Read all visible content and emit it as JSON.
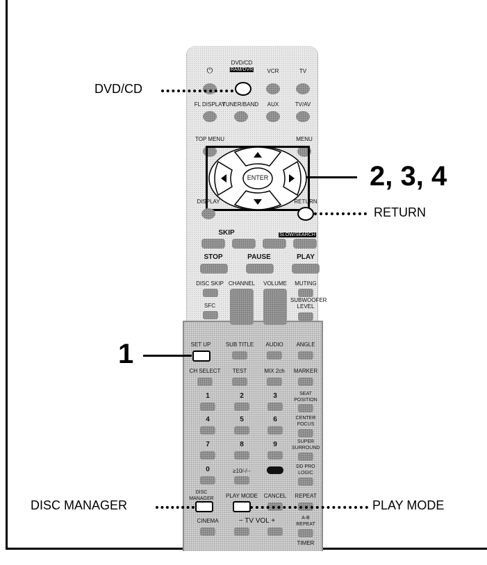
{
  "callouts": {
    "dvdcd": "DVD/CD",
    "steps_234": "2, 3, 4",
    "return": "RETURN",
    "step_1": "1",
    "disc_manager": "DISC MANAGER",
    "play_mode": "PLAY MODE"
  },
  "remote": {
    "power_symbol": "⏻",
    "dvdcd": "DVD/CD",
    "dvdcd_sub": "RAM/DVR",
    "vcr": "VCR",
    "tv": "TV",
    "fl_display": "FL DISPLAY",
    "tuner_band": "TUNER/BAND",
    "aux": "AUX",
    "tvav": "TV/AV",
    "top_menu": "TOP MENU",
    "menu": "MENU",
    "enter": "ENTER",
    "display": "DISPLAY",
    "return": "RETURN",
    "skip": "SKIP",
    "slow_search": "SLOW/SEARCH",
    "stop": "STOP",
    "pause": "PAUSE",
    "play": "PLAY",
    "disc_skip": "DISC SKIP",
    "channel": "CHANNEL",
    "volume": "VOLUME",
    "muting": "MUTING",
    "sfc": "SFC",
    "subwoofer_level": "SUBWOOFER LEVEL",
    "set_up": "SET UP",
    "sub_title": "SUB TITLE",
    "audio": "AUDIO",
    "angle": "ANGLE",
    "ch_select": "CH SELECT",
    "test": "TEST",
    "mix_2ch": "MIX 2ch",
    "marker": "MARKER",
    "n1": "1",
    "n2": "2",
    "n3": "3",
    "seat_position": "SEAT POSITION",
    "n4": "4",
    "n5": "5",
    "n6": "6",
    "center_focus": "CENTER FOCUS",
    "n7": "7",
    "n8": "8",
    "n9": "9",
    "super_surround": "SUPER SURROUND",
    "n0": "0",
    "plus10": "≥10/-/--",
    "pl": "DD PRO LOGIC",
    "disc_manager": "DISC MANAGER",
    "play_mode": "PLAY MODE",
    "cancel": "CANCEL",
    "repeat": "REPEAT",
    "cinema": "CINEMA",
    "tv_vol": "− TV VOL +",
    "ab_repeat": "A-B REPEAT",
    "timer": "TIMER"
  }
}
